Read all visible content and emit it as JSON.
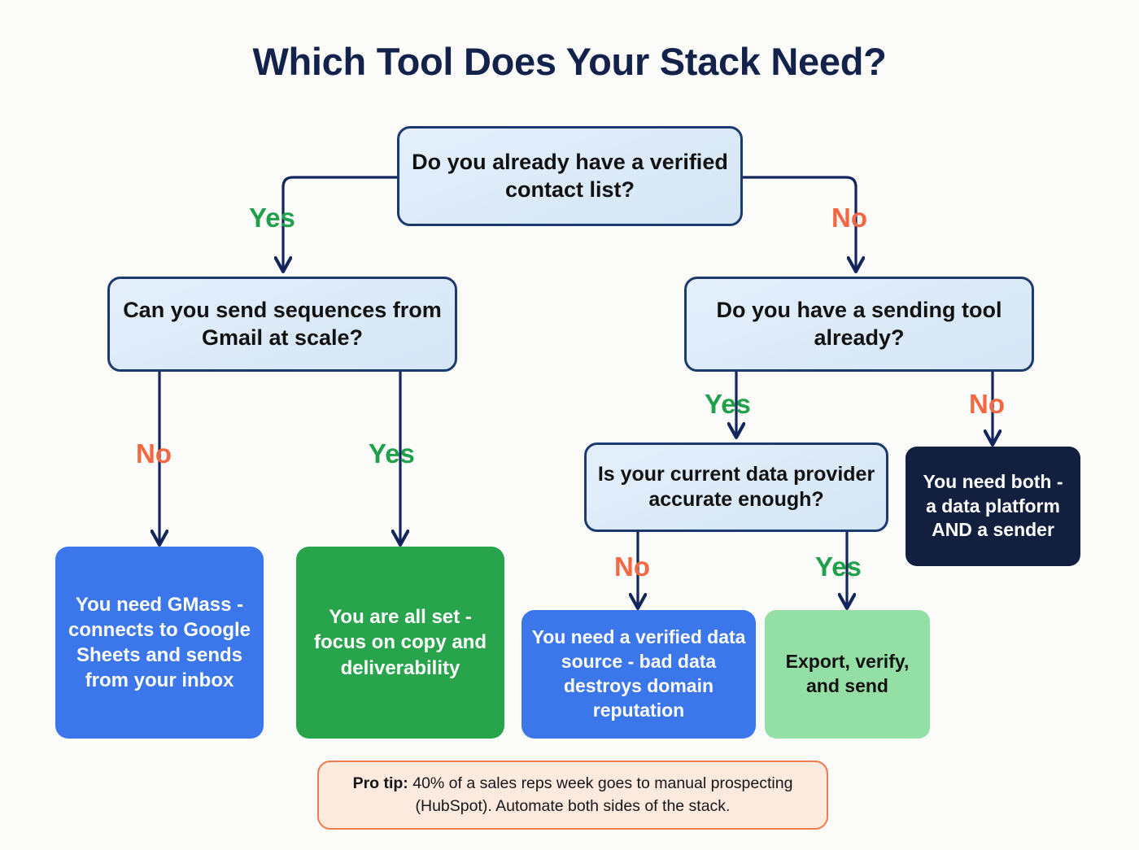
{
  "page": {
    "title": "Which Tool Does Your Stack Need?",
    "background_color": "#fbfbfa",
    "title_color": "#13224a"
  },
  "colors": {
    "decision_fill": "#dce9f7",
    "decision_border": "#1c3a6e",
    "yes_label": "#20a04a",
    "no_label": "#f26843",
    "result_blue": "#3b76ea",
    "result_green": "#27a44c",
    "result_navy": "#121f3e",
    "result_mint": "#94dfa6",
    "protip_fill": "#fdeade",
    "protip_border": "#ef7c4d"
  },
  "flowchart": {
    "type": "decision-tree",
    "nodes": {
      "root": "Do you already have a verified contact list?",
      "left_decision": "Can you send sequences from Gmail at scale?",
      "right_decision": "Do you have a sending tool already?",
      "data_decision": "Is your current data provider accurate enough?",
      "result_gmass": "You need GMass - connects to Google Sheets and sends from your inbox",
      "result_allset": "You are all set - focus on copy and deliverability",
      "result_both": "You need both - a data platform AND a sender",
      "result_verified_source": "You need a verified data source - bad data destroys domain reputation",
      "result_export": "Export, verify, and send"
    },
    "edges": {
      "root_yes": "Yes",
      "root_no": "No",
      "left_no": "No",
      "left_yes": "Yes",
      "right_yes": "Yes",
      "right_no": "No",
      "data_no": "No",
      "data_yes": "Yes"
    }
  },
  "protip": {
    "label": "Pro tip:",
    "text": "40% of a sales reps week goes to manual prospecting (HubSpot). Automate both sides of the stack."
  }
}
